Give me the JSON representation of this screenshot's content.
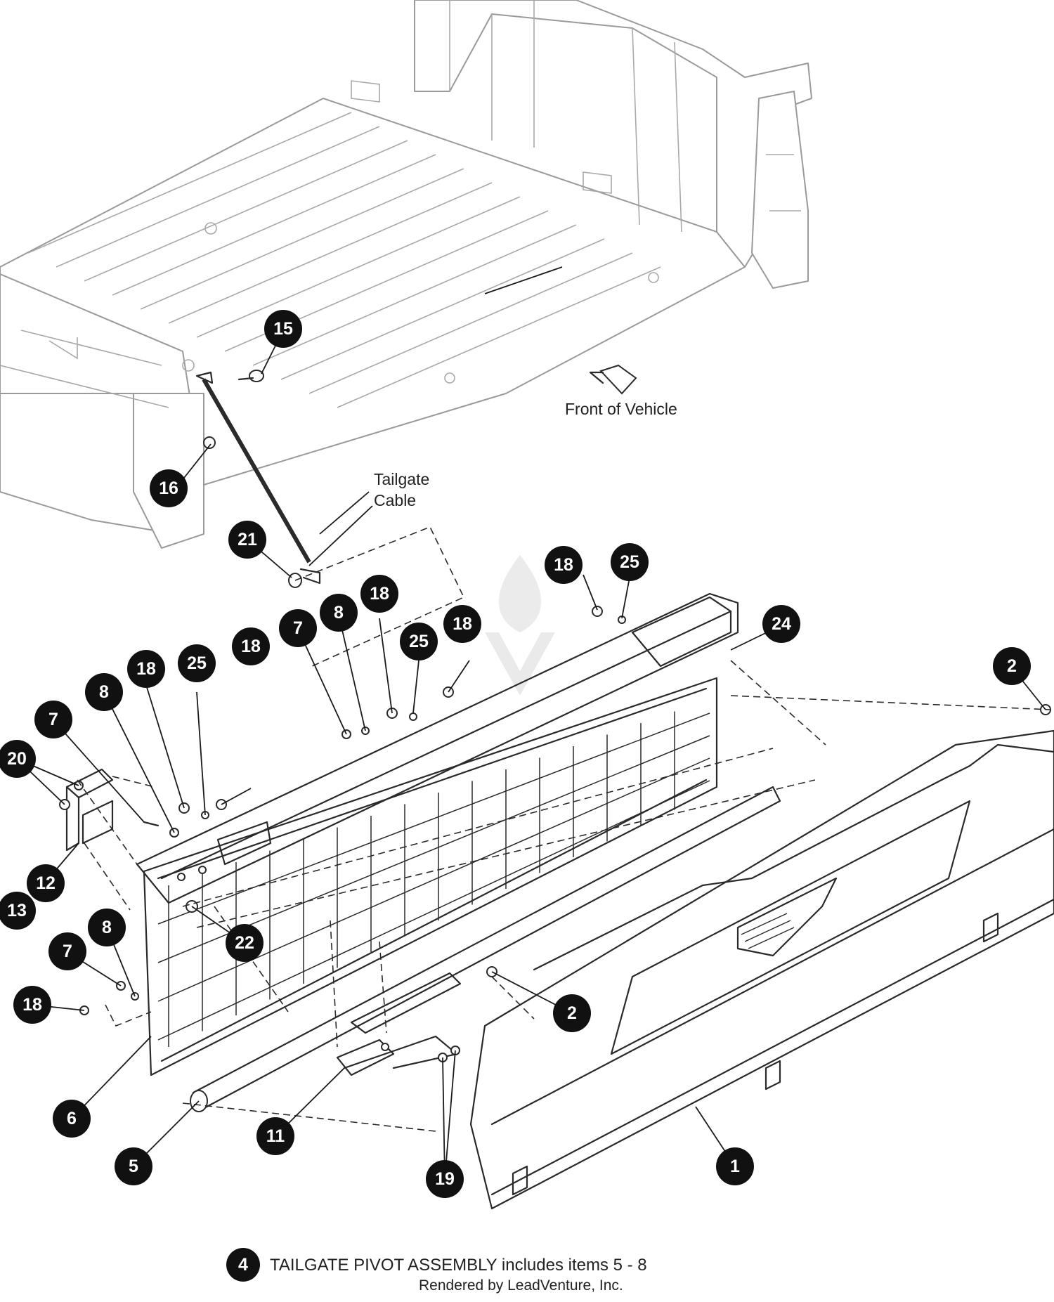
{
  "callouts": [
    {
      "id": "c15",
      "label": "15"
    },
    {
      "id": "c16",
      "label": "16"
    },
    {
      "id": "c21",
      "label": "21"
    },
    {
      "id": "c18a",
      "label": "18"
    },
    {
      "id": "c25a",
      "label": "25"
    },
    {
      "id": "c24",
      "label": "24"
    },
    {
      "id": "c18b",
      "label": "18"
    },
    {
      "id": "c8a",
      "label": "8"
    },
    {
      "id": "c7a",
      "label": "7"
    },
    {
      "id": "c25b",
      "label": "25"
    },
    {
      "id": "c18c",
      "label": "18"
    },
    {
      "id": "c18d",
      "label": "18"
    },
    {
      "id": "c25c",
      "label": "25"
    },
    {
      "id": "c18e",
      "label": "18"
    },
    {
      "id": "c8b",
      "label": "8"
    },
    {
      "id": "c7b",
      "label": "7"
    },
    {
      "id": "c20",
      "label": "20"
    },
    {
      "id": "c12",
      "label": "12"
    },
    {
      "id": "c13",
      "label": "13"
    },
    {
      "id": "c22",
      "label": "22"
    },
    {
      "id": "c8c",
      "label": "8"
    },
    {
      "id": "c7c",
      "label": "7"
    },
    {
      "id": "c18f",
      "label": "18"
    },
    {
      "id": "c6",
      "label": "6"
    },
    {
      "id": "c5",
      "label": "5"
    },
    {
      "id": "c11",
      "label": "11"
    },
    {
      "id": "c19",
      "label": "19"
    },
    {
      "id": "c2a",
      "label": "2"
    },
    {
      "id": "c2b",
      "label": "2"
    },
    {
      "id": "c1",
      "label": "1"
    },
    {
      "id": "c4",
      "label": "4"
    }
  ],
  "labels": {
    "front_of_vehicle": "Front of Vehicle",
    "tailgate_cable_line1": "Tailgate",
    "tailgate_cable_line2": "Cable"
  },
  "footer": {
    "assembly_note": "TAILGATE PIVOT ASSEMBLY includes items 5 - 8",
    "credit": "Rendered by LeadVenture, Inc."
  }
}
